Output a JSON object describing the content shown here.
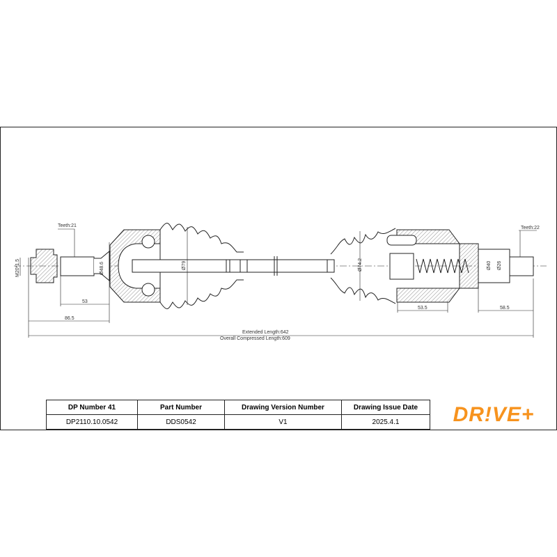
{
  "drawing": {
    "left_teeth": "Teeth:21",
    "right_teeth": "Teeth:22",
    "thread": "M20*1.5",
    "dia_left_bell": "Ø48.6",
    "dia_left_boot": "Ø79",
    "dia_right_boot": "Ø74.2",
    "dia_right_40": "Ø40",
    "dia_right_26": "Ø26",
    "dim_53": "53",
    "dim_86_5": "86.5",
    "dim_53_5": "53.5",
    "dim_58_5": "58.5",
    "extended_length": "Extended Length:642",
    "compressed_length": "Overall Compressed Length:609"
  },
  "table": {
    "headers": [
      "DP Number 41",
      "Part Number",
      "Drawing Version Number",
      "Drawing Issue Date"
    ],
    "values": [
      "DP2110.10.0542",
      "DDS0542",
      "V1",
      "2025.4.1"
    ]
  },
  "logo": "DR!VE+",
  "colors": {
    "brand": "#f7931e"
  }
}
